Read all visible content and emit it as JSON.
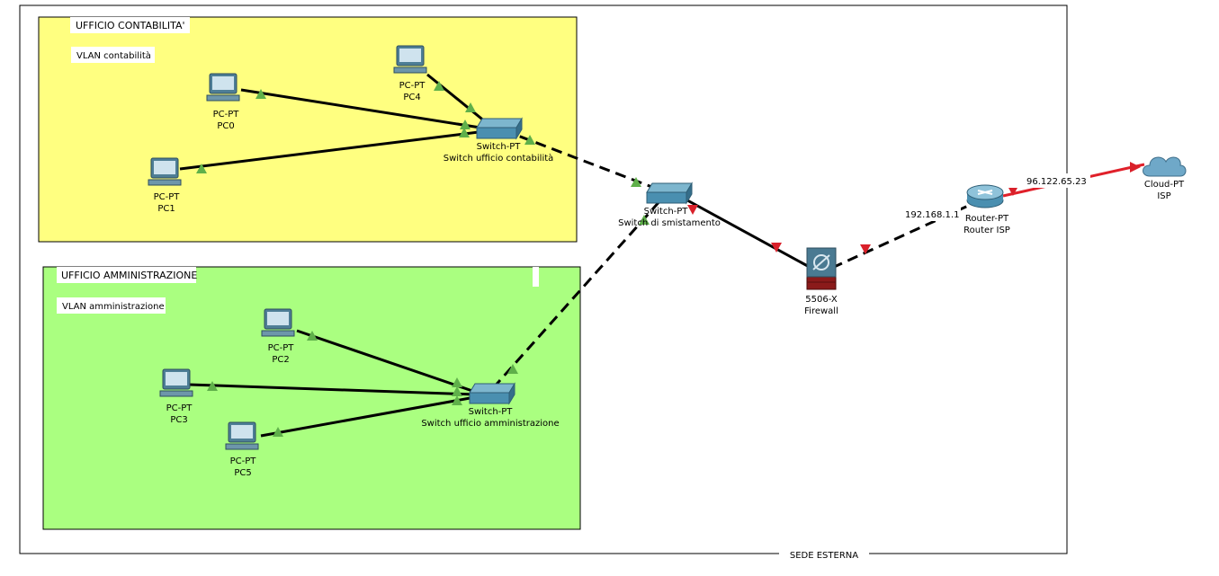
{
  "areas": {
    "outer": {
      "title": "SEDE ESTERNA"
    },
    "contabilita": {
      "title": "UFFICIO CONTABILITA'",
      "vlan": "VLAN contabilità",
      "color": "#FFFF80"
    },
    "amministrazione": {
      "title": "UFFICIO AMMINISTRAZIONE",
      "vlan": "VLAN amministrazione",
      "color": "#AAFF80"
    }
  },
  "devices": {
    "pc0": {
      "model": "PC-PT",
      "name": "PC0"
    },
    "pc1": {
      "model": "PC-PT",
      "name": "PC1"
    },
    "pc4": {
      "model": "PC-PT",
      "name": "PC4"
    },
    "pc2": {
      "model": "PC-PT",
      "name": "PC2"
    },
    "pc3": {
      "model": "PC-PT",
      "name": "PC3"
    },
    "pc5": {
      "model": "PC-PT",
      "name": "PC5"
    },
    "sw_cont": {
      "model": "Switch-PT",
      "name": "Switch ufficio contabilità"
    },
    "sw_amm": {
      "model": "Switch-PT",
      "name": "Switch ufficio amministrazione"
    },
    "sw_smist": {
      "model": "Switch-PT",
      "name": "Switch di smistamento"
    },
    "firewall": {
      "model": "5506-X",
      "name": "Firewall"
    },
    "router": {
      "model": "Router-PT",
      "name": "Router ISP"
    },
    "cloud": {
      "model": "Cloud-PT",
      "name": "ISP"
    }
  },
  "ip_labels": {
    "router_lan": "192.168.1.1",
    "router_wan": "96.122.65.23"
  },
  "colors": {
    "link_up": "#5FB04A",
    "link_down": "#D9202A",
    "wan_link": "#E0202A",
    "switch": "#4A8FB0",
    "firewall": "#8B1A1A"
  }
}
